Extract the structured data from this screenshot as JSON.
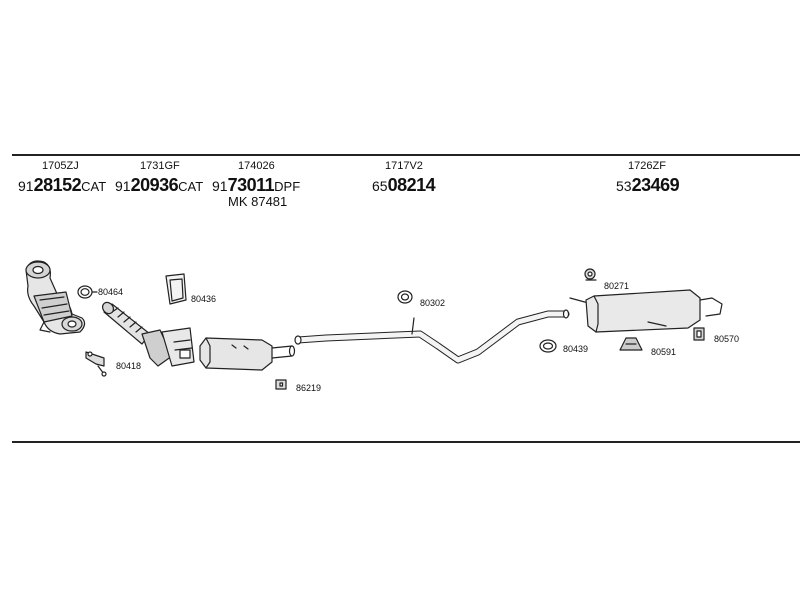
{
  "groups": [
    {
      "code": "1705ZJ",
      "prefix": "91",
      "number": "28152",
      "suffix": "CAT"
    },
    {
      "code": "1731GF",
      "prefix": "91",
      "number": "20936",
      "suffix": "CAT"
    },
    {
      "code": "174026",
      "prefix": "91",
      "number": "73011",
      "suffix": "DPF"
    },
    {
      "code": "1717V2",
      "prefix": "65",
      "number": "08214",
      "suffix": ""
    },
    {
      "code": "1726ZF",
      "prefix": "53",
      "number": "23469",
      "suffix": ""
    }
  ],
  "mounting_kit": "MK 87481",
  "parts": [
    {
      "id": "80464"
    },
    {
      "id": "80418"
    },
    {
      "id": "80436"
    },
    {
      "id": "86219"
    },
    {
      "id": "80302"
    },
    {
      "id": "80271"
    },
    {
      "id": "80439"
    },
    {
      "id": "80591"
    },
    {
      "id": "80570"
    }
  ]
}
